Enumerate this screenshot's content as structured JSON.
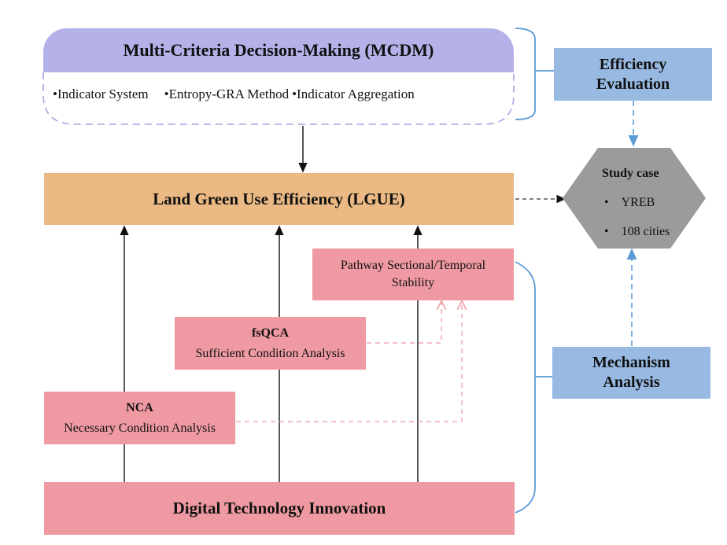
{
  "mcdm": {
    "title": "Multi-Criteria Decision-Making (MCDM)",
    "items": [
      "•Indicator System",
      "•Entropy-GRA Method",
      "•Indicator Aggregation"
    ]
  },
  "lgue": {
    "title": "Land Green Use Efficiency (LGUE)"
  },
  "pathway": {
    "line1": "Pathway Sectional/Temporal",
    "line2": "Stability"
  },
  "fsqca": {
    "title": "fsQCA",
    "subtitle": "Sufficient Condition Analysis"
  },
  "nca": {
    "title": "NCA",
    "subtitle": "Necessary Condition Analysis"
  },
  "dti": {
    "title": "Digital Technology Innovation"
  },
  "efficiency": {
    "line1": "Efficiency",
    "line2": "Evaluation"
  },
  "mechanism": {
    "line1": "Mechanism",
    "line2": "Analysis"
  },
  "study_case": {
    "title": "Study case",
    "bullets": [
      "YREB",
      "108 cities"
    ]
  },
  "colors": {
    "mcdm_header": "#b4b2e8",
    "lgue": "#ebb983",
    "pink": "#ef9aa2",
    "blue_box": "#97b9e2",
    "hexagon": "#9b9b9b",
    "bracket": "#5b9bd5",
    "dashed_pink": "#f0a9ae",
    "dashed_purple": "#a7a5e0"
  }
}
